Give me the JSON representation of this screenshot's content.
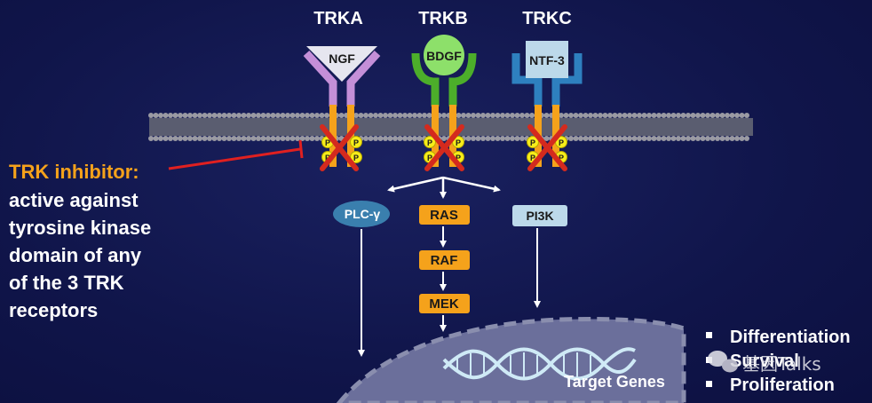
{
  "receptors": [
    {
      "name": "TRKA",
      "ligand": "NGF",
      "color": "#c48fd8",
      "ligand_fill": "#e6e6ef"
    },
    {
      "name": "TRKB",
      "ligand": "BDGF",
      "color": "#4cae2a",
      "ligand_fill": "#8de06a"
    },
    {
      "name": "TRKC",
      "ligand": "NTF-3",
      "color": "#2e80bf",
      "ligand_fill": "#bcd9ea"
    }
  ],
  "kinase_color": "#f5a21b",
  "phospho_label": "P",
  "inhibitor": {
    "title": "TRK inhibitor:",
    "lines": [
      "active against",
      "tyrosine kinase",
      "domain of any",
      "of the 3 TRK",
      "receptors"
    ],
    "title_color": "#f5a21b"
  },
  "pathway": {
    "plc": "PLC-γ",
    "ras": "RAS",
    "raf": "RAF",
    "mek": "MEK",
    "pi3k": "PI3K"
  },
  "nucleus_label": "Target Genes",
  "outcomes": [
    "Differentiation",
    "Survival",
    "Proliferation"
  ],
  "watermark": "基因Talks"
}
